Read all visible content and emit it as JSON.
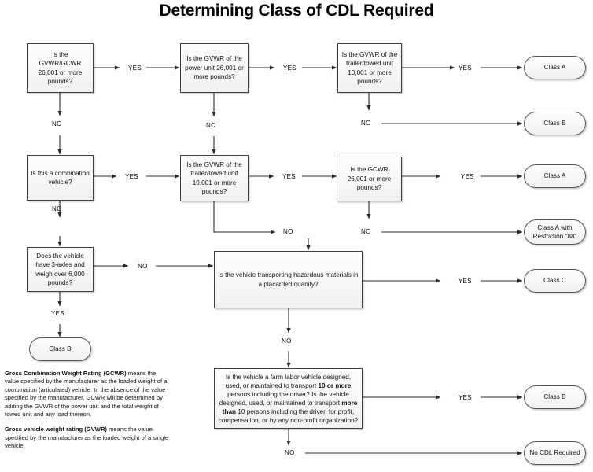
{
  "title": "Determining Class of CDL Required",
  "nodes": {
    "q_gvwr_gcwr_26001": "Is the GVWR/GCWR 26,001 or more pounds?",
    "q_power_unit_26001": "Is the GVWR of the power unit 26,001 or more pounds?",
    "q_trailer_10001_top": "Is the GVWR of the trailer/towed unit 10,001 or more pounds?",
    "q_combination_vehicle": "Is this a combination vehicle?",
    "q_trailer_10001_mid": "Is the GVWR of the trailer/towed unit 10,001 or more pounds?",
    "q_gcwr_26001": "Is the GCWR 26,001 or more pounds?",
    "q_three_axles": "Does the vehicle have 3-axles and weigh over 6,000 pounds?",
    "q_hazmat": "Is the vehicle transporting hazardous materials in a placarded quanity?",
    "q_farm_labor_1": "Is the vehicle a farm labor vehicle designed, used, or maintained  to transport ",
    "q_farm_labor_b1": "10 or more",
    "q_farm_labor_2": " persons including the driver? Is the vehicle designed, used, or maintained to transport ",
    "q_farm_labor_b2": "more than",
    "q_farm_labor_3": " 10 persons including the driver, for profit, compensation, or by any non-profit organization?",
    "t_class_a_1": "Class A",
    "t_class_b_1": "Class B",
    "t_class_a_2": "Class A",
    "t_class_a_restriction": "Class A with Restriction \"88\"",
    "t_class_b_2": "Class B",
    "t_class_c": "Class C",
    "t_class_b_3": "Class B",
    "t_no_cdl": "No CDL Required"
  },
  "edge_labels": {
    "yes_1": "YES",
    "yes_2": "YES",
    "yes_3": "YES",
    "no_1": "NO",
    "no_2": "NO",
    "no_3": "NO",
    "yes_4": "YES",
    "yes_5": "YES",
    "yes_6": "YES",
    "no_4": "NO",
    "no_5": "NO",
    "no_6": "NO",
    "no_7": "NO",
    "yes_7": "YES",
    "no_8": "NO",
    "yes_8": "YES",
    "no_9": "NO"
  },
  "legend": {
    "gcwr_term": "Gross Combination Weight Rating (GCWR)",
    "gcwr_text": " means the value specified by the manufacturer as the loaded weight of a combination (articulated) vehicle. In the absence of the value specified by the manufacturer, GCWR will be determined by adding the GVWR of the power unit and the total weight of towed unit and any load thereon.",
    "gvwr_term": "Gross vehicle weight rating (GVWR)",
    "gvwr_text": " means the value specified by the manufacturer as the loaded weight of a single vehicle."
  },
  "colors": {
    "node_fill": "#f4f4f4",
    "node_border": "#3f3f3f",
    "line": "#2b2b2b",
    "text": "#111111"
  }
}
